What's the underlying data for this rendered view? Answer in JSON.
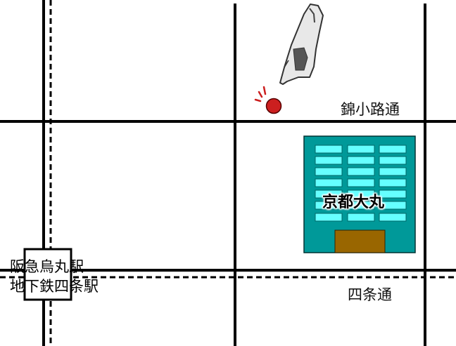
{
  "streets": {
    "nishikikoji": "錦小路通",
    "shijo": "四条通"
  },
  "station": {
    "line1": "阪急烏丸駅",
    "line2": "地下鉄四条駅"
  },
  "landmark": {
    "name": "京都大丸"
  },
  "colors": {
    "road": "#000000",
    "building_fill": "#009999",
    "window_fill": "#66ffff",
    "door_fill": "#996600",
    "marker": "#cc1f1f"
  },
  "icons": {
    "pointer": "pointing-hand-icon",
    "location": "location-marker-icon"
  }
}
